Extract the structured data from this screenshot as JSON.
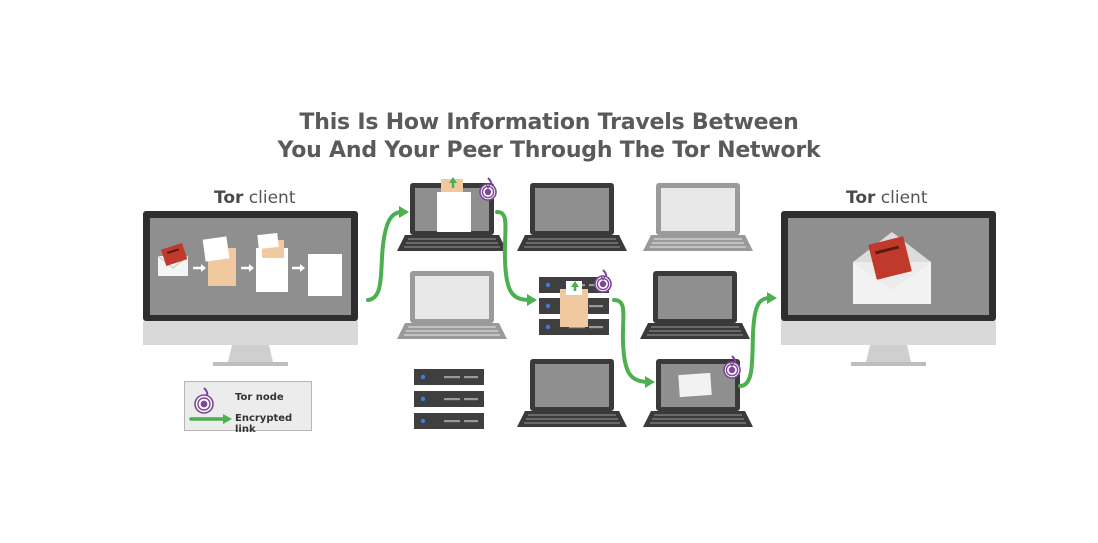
{
  "title": {
    "line1": "This Is How Information Travels Between",
    "line2": "You And Your Peer Through The Tor Network"
  },
  "left_client": {
    "bold": "Tor",
    "rest": " client"
  },
  "right_client": {
    "bold": "Tor",
    "rest": " client"
  },
  "legend": {
    "node_label": "Tor node",
    "link_label": "Encrypted link"
  },
  "colors": {
    "link_green": "#4caf50",
    "onion_purple": "#7d4698",
    "device_dark": "#3c3c3c",
    "envelope_red": "#c0392b",
    "packet_beige": "#f0c9a0"
  },
  "icons": [
    "onion-icon",
    "arrow-right-icon",
    "envelope-icon",
    "laptop-icon",
    "server-icon",
    "monitor-icon"
  ]
}
